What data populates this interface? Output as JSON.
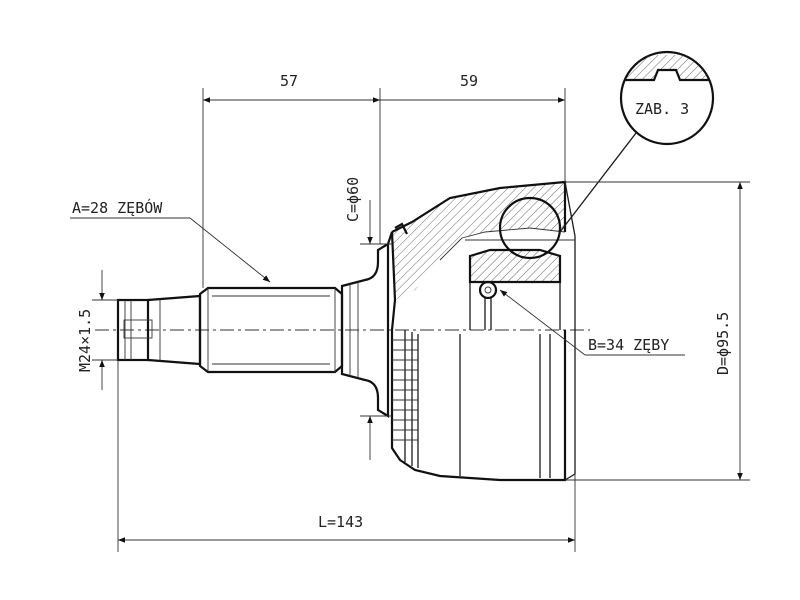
{
  "dimensions": {
    "dim_57": "57",
    "dim_59": "59",
    "length": "L=143",
    "c_diameter": "C=ϕ60",
    "d_diameter": "D=ϕ95.5",
    "thread": "M24×1.5",
    "spline_a": "A=28 ZĘBÓW",
    "spline_b": "B=34 ZĘBY",
    "detail": "ZAB. 3"
  }
}
